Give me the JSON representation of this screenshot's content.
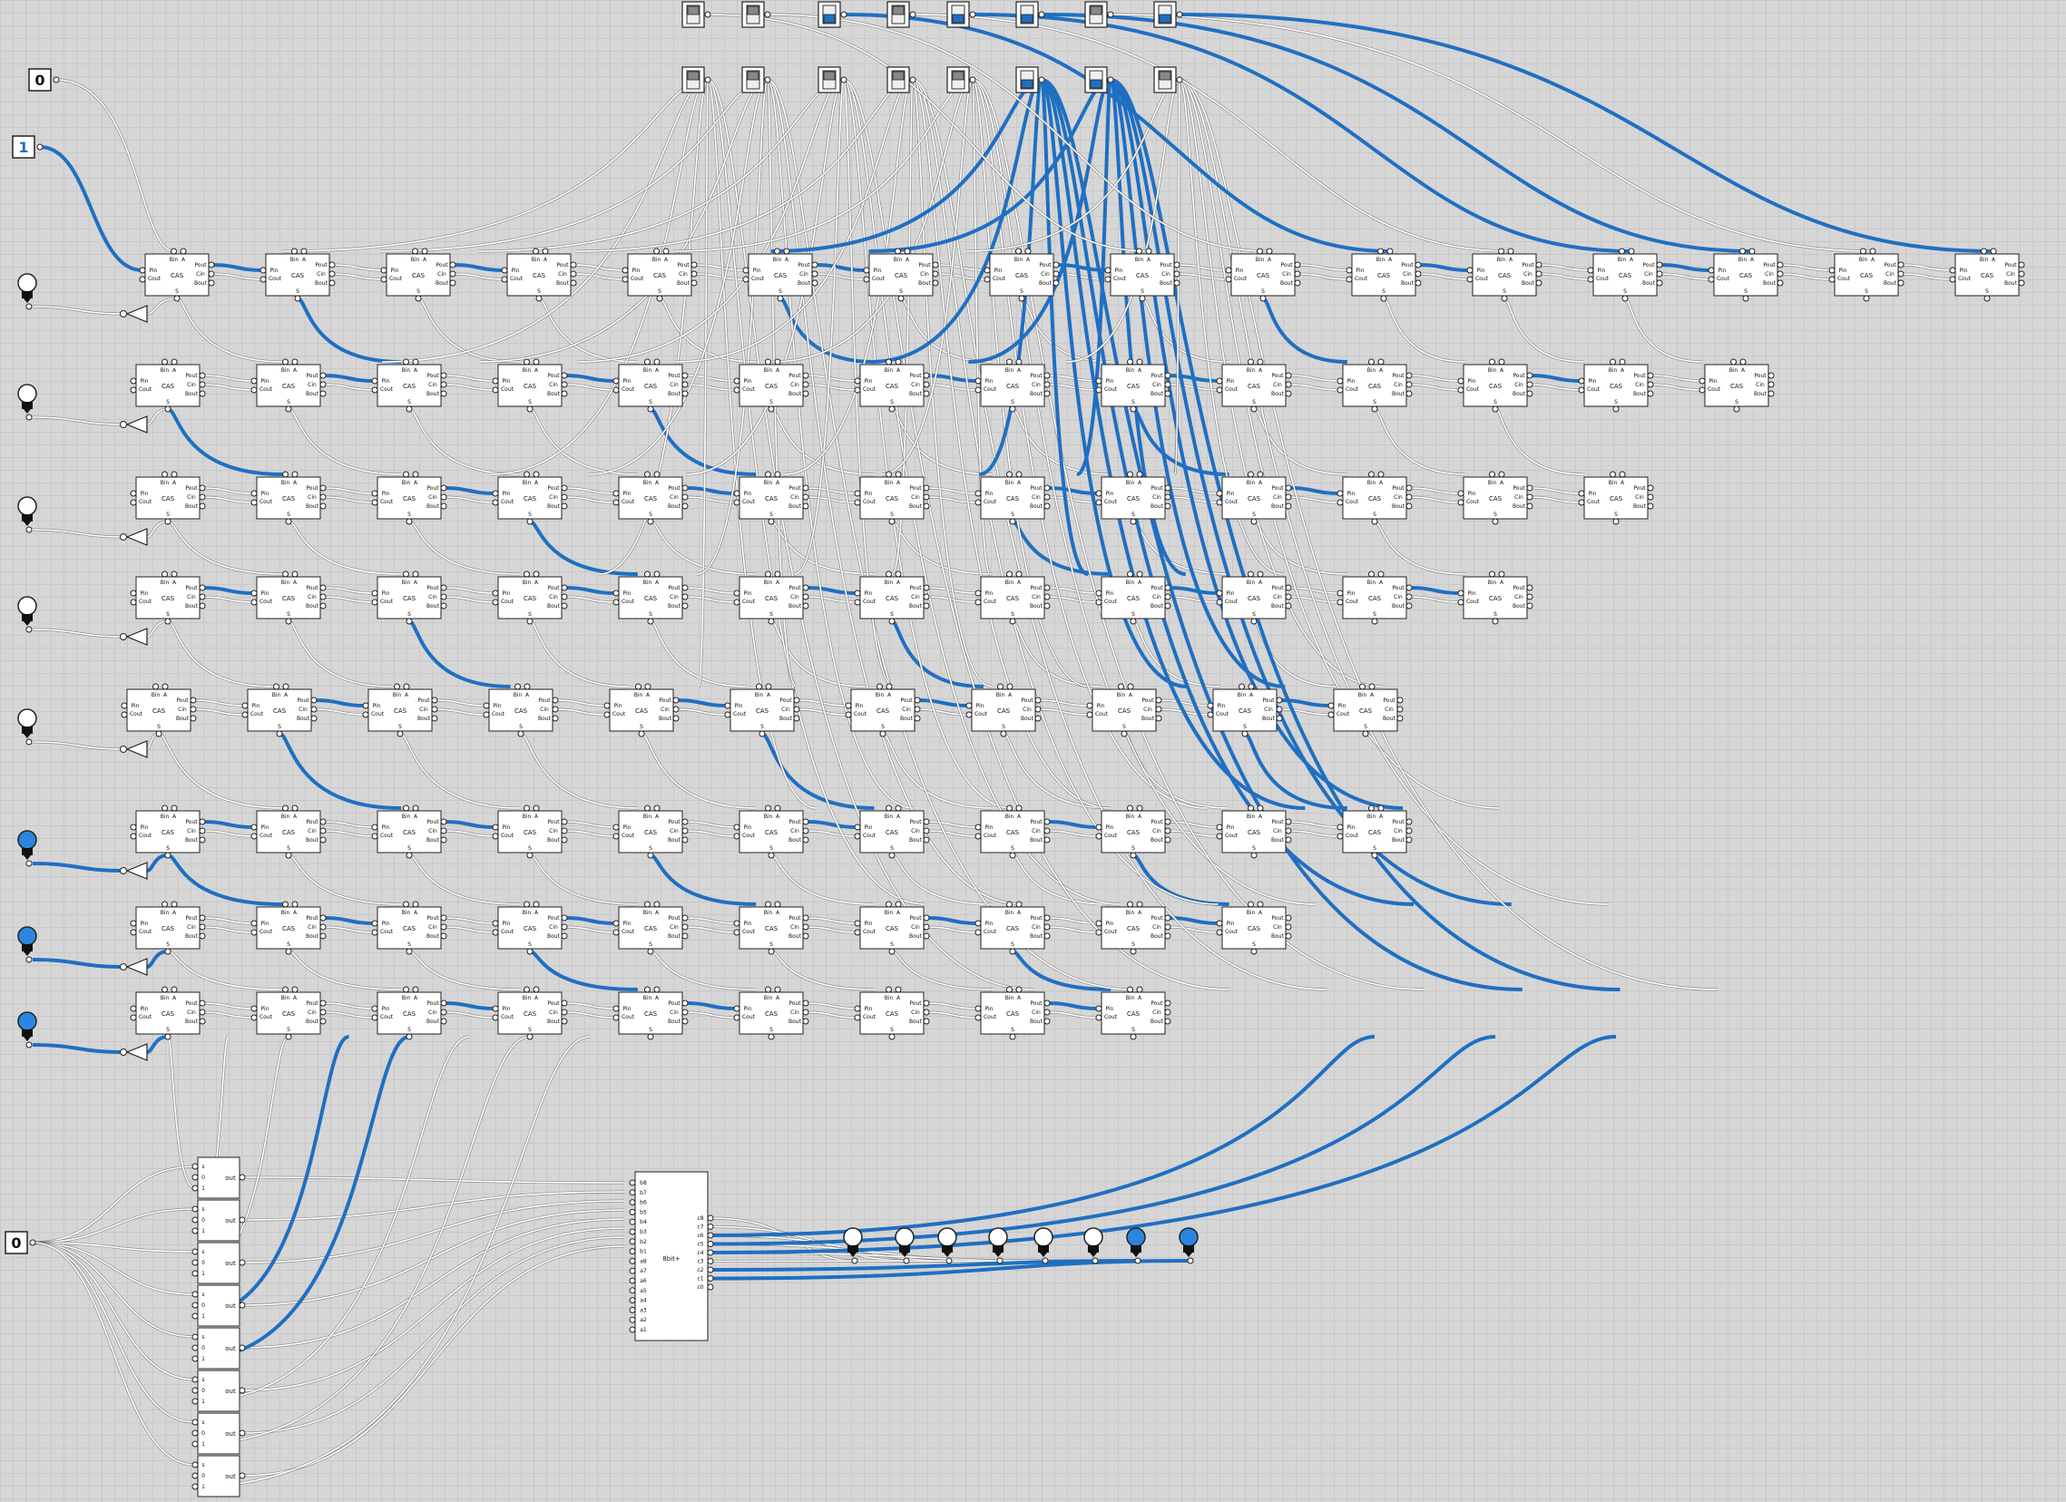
{
  "colors": {
    "background": "#d6d6d6",
    "grid": "#c9c9c9",
    "wire_on": "#1f6fc2",
    "wire_off": "#ffffff",
    "wire_edge": "#555555",
    "component_fill": "#ffffff",
    "component_stroke": "#222222",
    "bulb_on": "#2a86e0",
    "bulb_off": "#ffffff"
  },
  "top_switches_row1": [
    false,
    false,
    true,
    false,
    true,
    true,
    false,
    true
  ],
  "top_switches_row2": [
    false,
    false,
    false,
    false,
    false,
    true,
    true,
    false
  ],
  "constants": {
    "zero_top": "0",
    "one": "1",
    "zero_bottom": "0"
  },
  "cas_cell": {
    "title": "CAS",
    "pin_bin": "Bin",
    "pin_a": "A",
    "pin_pin": "Pin",
    "pin_cout": "Cout",
    "pin_pout": "Pout",
    "pin_cin": "Cin",
    "pin_bout": "Bout",
    "pin_s": "S"
  },
  "cas_rows": [
    {
      "count": 16,
      "inverter": "off",
      "bulb": false
    },
    {
      "count": 14,
      "inverter": "off",
      "bulb": false
    },
    {
      "count": 13,
      "inverter": "off",
      "bulb": false
    },
    {
      "count": 12,
      "inverter": "off",
      "bulb": false
    },
    {
      "count": 11,
      "inverter": "off",
      "bulb": false
    },
    {
      "count": 11,
      "inverter": "off",
      "bulb": true
    },
    {
      "count": 10,
      "inverter": "off",
      "bulb": true
    },
    {
      "count": 9,
      "inverter": "off",
      "bulb": true
    }
  ],
  "left_bulbs": [
    false,
    false,
    false,
    false,
    false,
    true,
    true,
    true
  ],
  "mux_blocks": {
    "count": 8,
    "label_out": "out",
    "label_s": "s",
    "label_0": "0",
    "label_1": "1"
  },
  "adder": {
    "title": "8bit+",
    "inputs": [
      "b8",
      "b7",
      "b6",
      "b5",
      "b4",
      "b3",
      "b2",
      "b1",
      "a8",
      "a7",
      "a6",
      "a5",
      "a4",
      "a3",
      "a2",
      "a1"
    ],
    "outputs": [
      "c8",
      "c7",
      "c6",
      "c5",
      "c4",
      "c3",
      "c2",
      "c1",
      "c0"
    ]
  },
  "output_bulbs": [
    false,
    false,
    false,
    false,
    false,
    false,
    true,
    true
  ]
}
